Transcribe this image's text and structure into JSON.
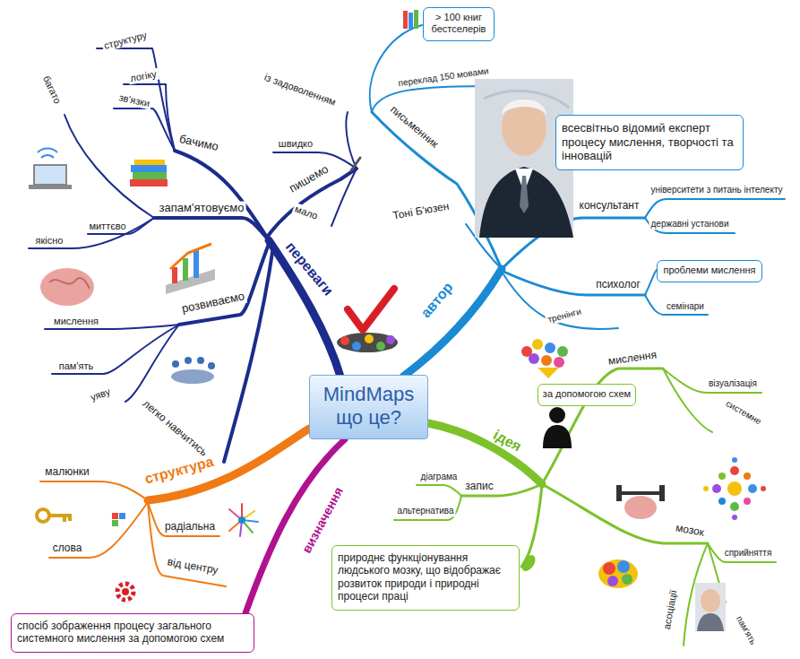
{
  "diagram": {
    "nodes": [
      {
        "text": [
          "> 100 книг бестселерів"
        ]
      },
      {
        "text": [
          "всесвітньо відомий експерт процесу мислення, творчості та інновацій"
        ]
      },
      {
        "text": [
          "проблеми мислення"
        ]
      },
      {
        "text": [
          "MindMaps що це?"
        ]
      },
      {
        "text": [
          "за допомогою схем"
        ]
      },
      {
        "text": [
          "природнє функціонування людського мозку, що відображає розвиток природи і природні процеси праці"
        ]
      },
      {
        "text": [
          "спосіб зображення процесу загального системного мислення за допомогою схем"
        ]
      }
    ],
    "edges": [
      {
        "from": 3,
        "to": 6,
        "arrow": "none"
      }
    ],
    "labels": [
      "структуру",
      "логіку",
      "зв'язки",
      "бачимо",
      "багато",
      "запам'ятовуємо",
      "миттєво",
      "якісно",
      "мислення",
      "розвиваємо",
      "пам'ять",
      "уяву",
      "легко навчитись",
      "із задоволенням",
      "швидко",
      "пишемо",
      "мало",
      "переваги",
      "переклад 150 мовами",
      "письменник",
      "Тоні Б'юзен",
      "консультант",
      "університети з питань інтелекту",
      "державні установи",
      "психолог",
      "семінари",
      "тренінги",
      "автор",
      "мислення",
      "візуалізація",
      "системне",
      "ідея",
      "запис",
      "діаграма",
      "альтернатива",
      "мозок",
      "сприйняття",
      "асоціації",
      "пам'ять",
      "структура",
      "малюнки",
      "радіальна",
      "слова",
      "від центру",
      "визначення"
    ]
  }
}
